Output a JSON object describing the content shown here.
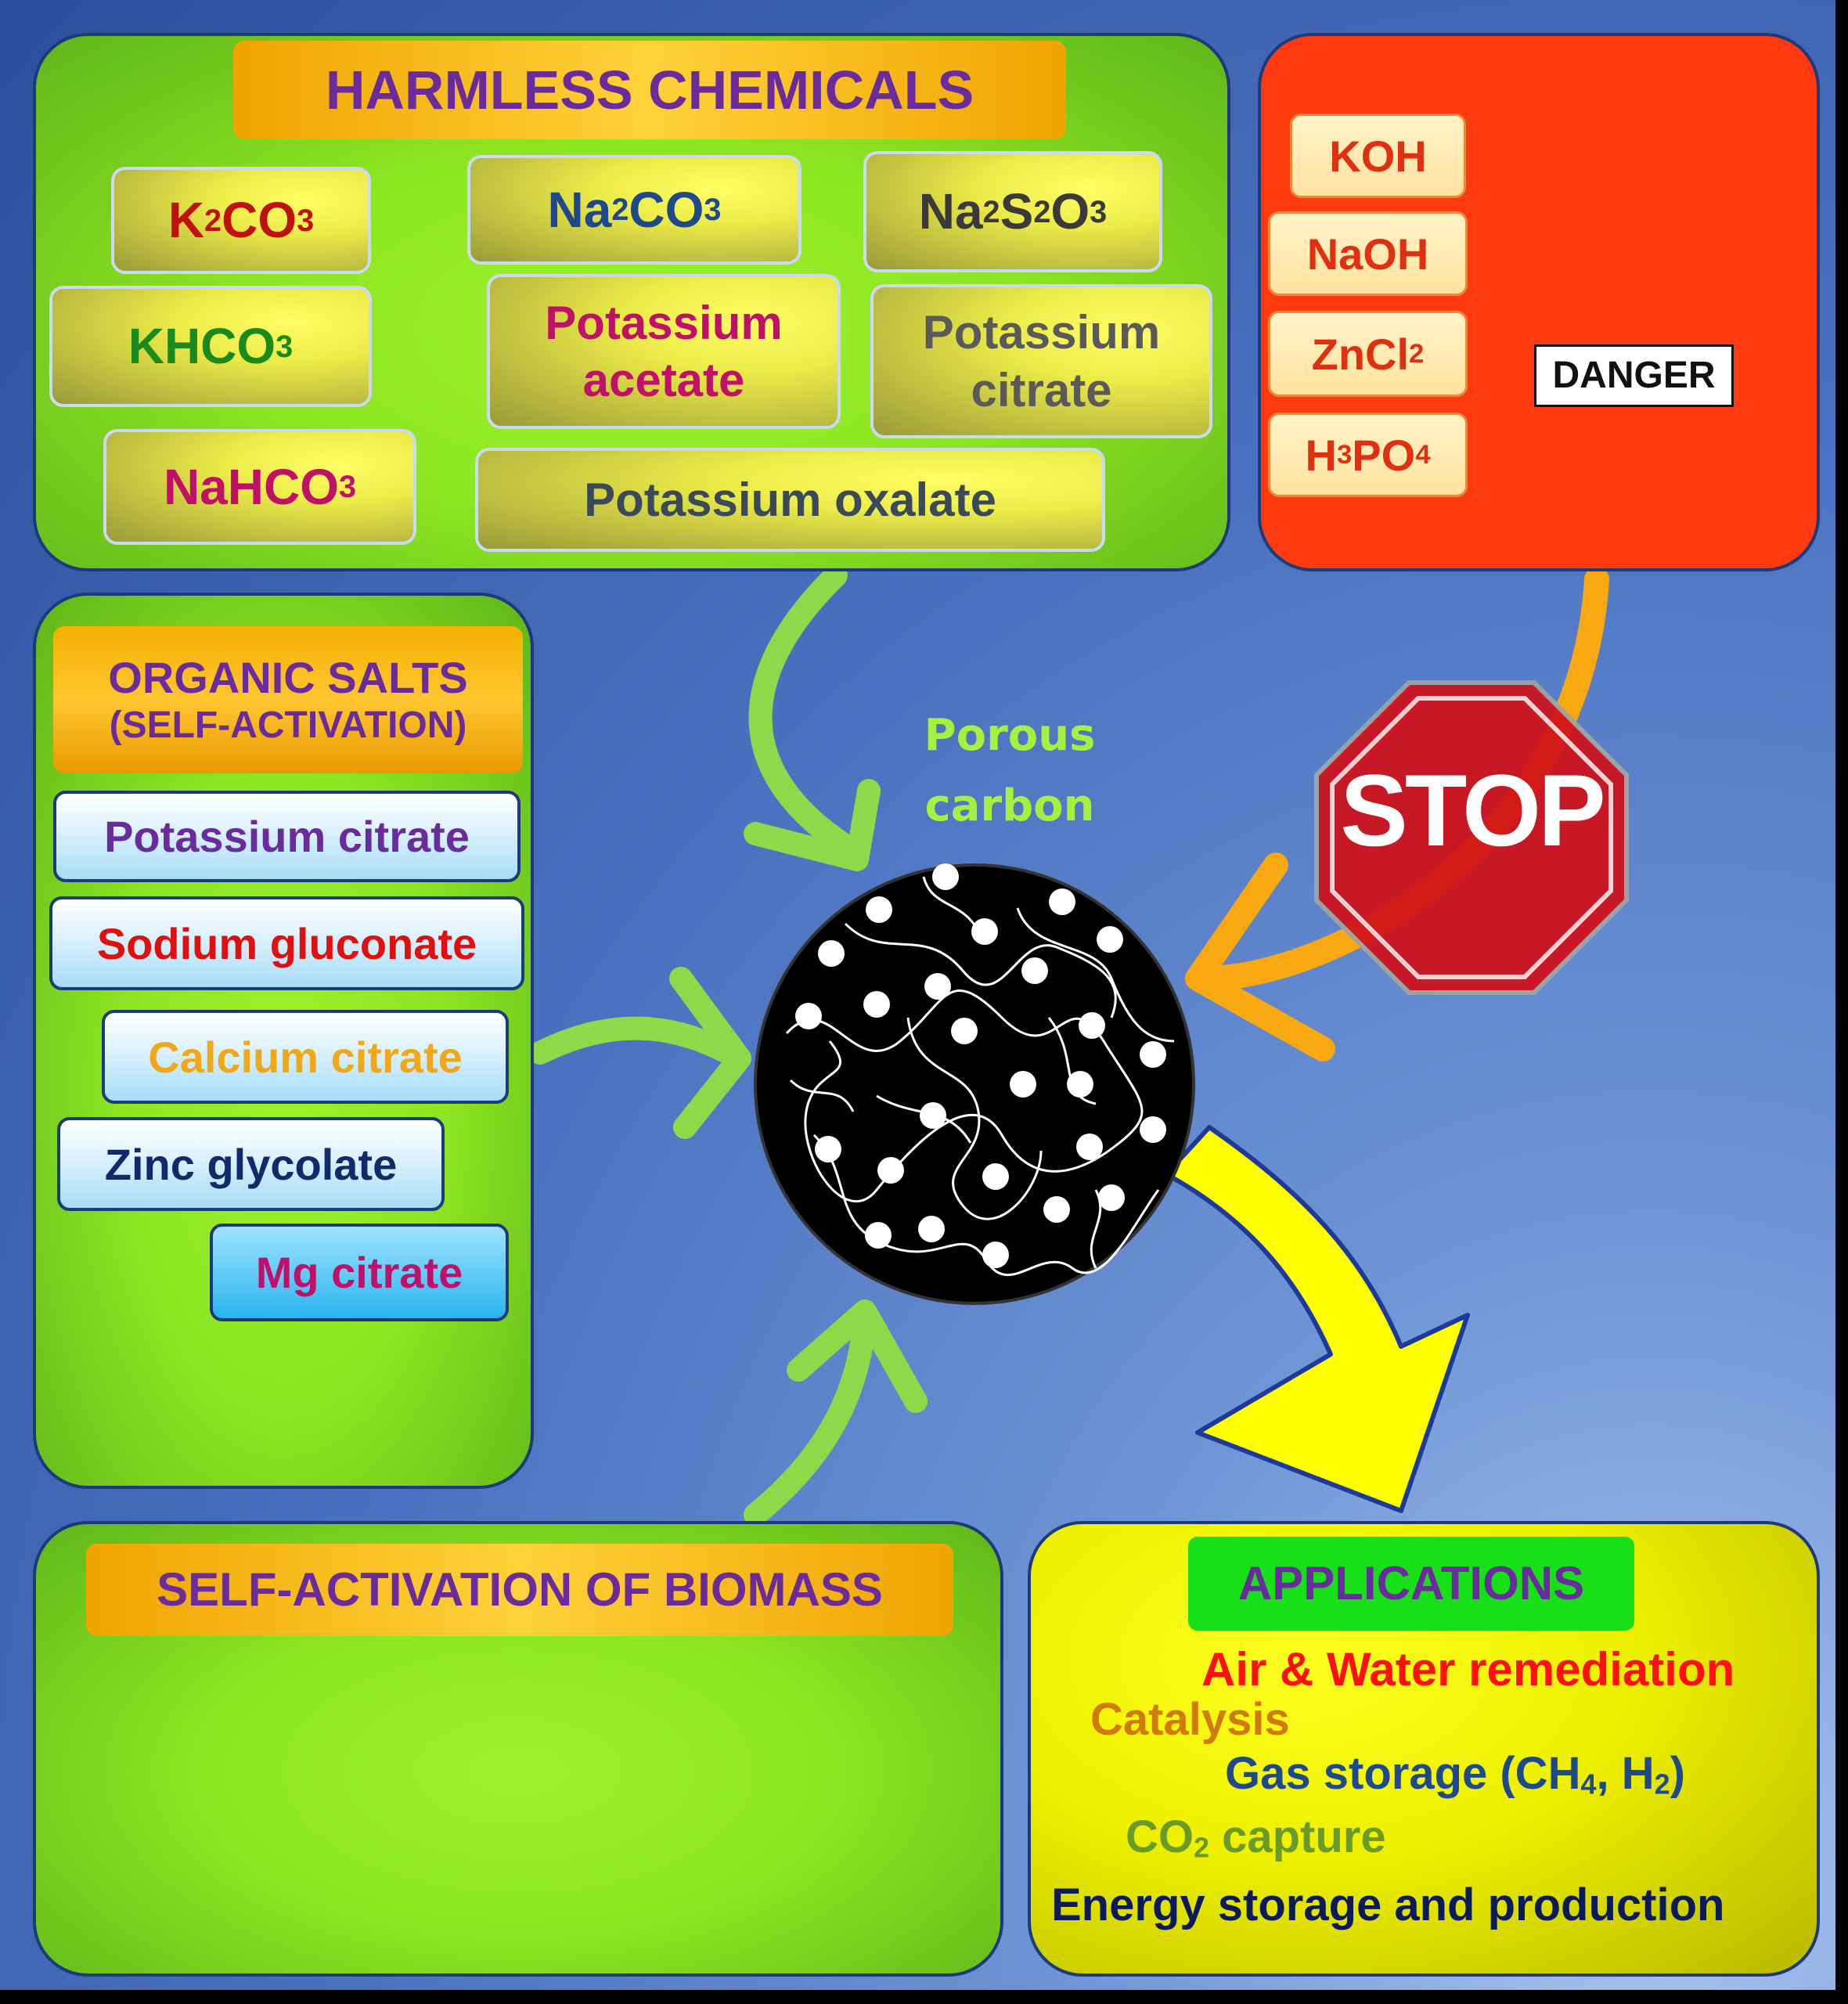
{
  "harmless": {
    "title": "HARMLESS CHEMICALS",
    "k2co3": [
      "K",
      "2",
      "CO",
      "3"
    ],
    "na2co3": [
      "Na",
      "2",
      "CO",
      "3"
    ],
    "na2s2o3": [
      "Na",
      "2",
      "S",
      "2",
      "O",
      "3"
    ],
    "khco3": [
      "KHCO",
      "3"
    ],
    "nahco3": [
      "NaHCO",
      "3"
    ],
    "potassium_acetate": [
      "Potassium",
      "acetate"
    ],
    "potassium_citrate": [
      "Potassium",
      "citrate"
    ],
    "potassium_oxalate": "Potassium oxalate"
  },
  "danger": {
    "koh": "KOH",
    "naoh": "NaOH",
    "zncl2": [
      "ZnCl",
      "2"
    ],
    "h3po4": [
      "H",
      "3",
      "PO",
      "4"
    ],
    "barrel_label": "DANGER",
    "stop": "STOP"
  },
  "organic": {
    "title": [
      "ORGANIC SALTS",
      "(SELF-ACTIVATION)"
    ],
    "items": [
      "Potassium citrate",
      "Sodium gluconate",
      "Calcium citrate",
      "Zinc glycolate",
      "Mg citrate"
    ]
  },
  "center": {
    "label": [
      "Porous",
      "carbon"
    ]
  },
  "biomass": {
    "title": "SELF-ACTIVATION OF BIOMASS"
  },
  "applications": {
    "title": "APPLICATIONS",
    "air_water": "Air & Water remediation",
    "catalysis": "Catalysis",
    "gas_storage": [
      "Gas storage (CH",
      "4",
      ", H",
      "2",
      ")"
    ],
    "co2": [
      "CO",
      "2",
      " capture"
    ],
    "energy": "Energy storage and production"
  },
  "colors": {
    "purple": "#6a2b9c",
    "red": "#d01030",
    "green": "#1a8a1a",
    "navy": "#1e4a8c",
    "grey": "#5a5a5a",
    "magenta": "#c0106a",
    "orange": "#f0a400"
  }
}
